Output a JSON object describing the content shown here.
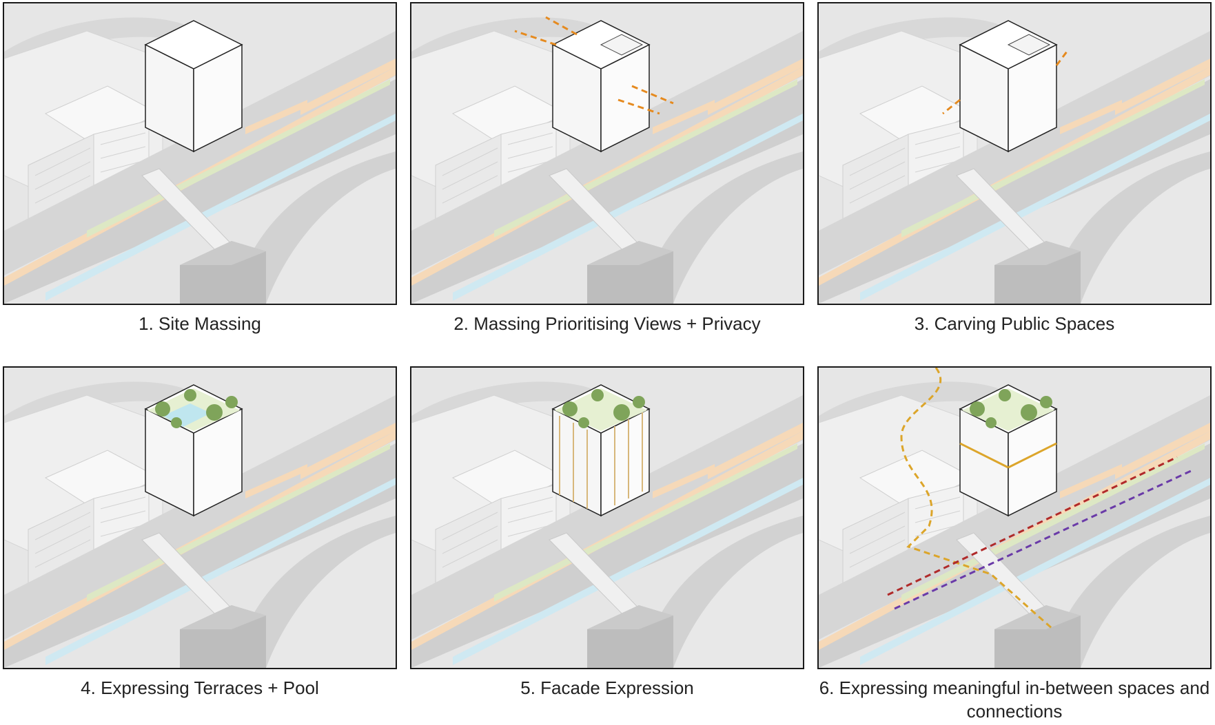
{
  "steps": [
    {
      "number": 1,
      "caption": "1. Site Massing"
    },
    {
      "number": 2,
      "caption": "2. Massing Prioritising Views + Privacy"
    },
    {
      "number": 3,
      "caption": "3. Carving Public Spaces"
    },
    {
      "number": 4,
      "caption": "4. Expressing Terraces + Pool"
    },
    {
      "number": 5,
      "caption": "5. Facade Expression"
    },
    {
      "number": 6,
      "caption": "6. Expressing meaningful in-between spaces and connections"
    }
  ],
  "colors": {
    "road": "#cfcfcf",
    "ground": "#e6e6e6",
    "walkway": "#f6d9b8",
    "rail_blue": "#cfe9f2",
    "green_strip": "#dde8c4",
    "view_arrow": "#e58a1f",
    "path_gold": "#dca52a",
    "path_red": "#b02a2a",
    "path_purple": "#6a3aa8",
    "tree": "#7fa45a",
    "pool": "#bfe6ef",
    "facade_gold": "#d7b77a"
  }
}
